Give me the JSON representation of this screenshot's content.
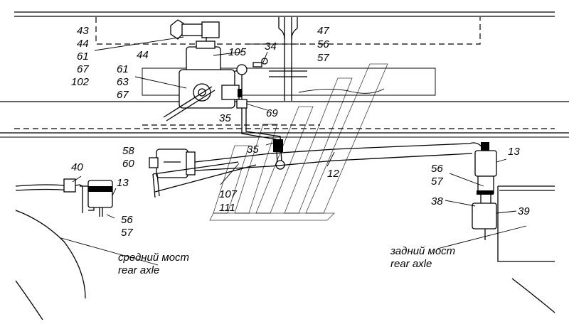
{
  "callouts": {
    "c43": "43",
    "c44a": "44",
    "c61a": "61",
    "c67a": "67",
    "c102": "102",
    "c44b": "44",
    "c61b": "61",
    "c63": "63",
    "c67b": "67",
    "c105": "105",
    "c34": "34",
    "c47": "47",
    "c56a": "56",
    "c57a": "57",
    "c35a": "35",
    "c69": "69",
    "c35b": "35",
    "c58": "58",
    "c60": "60",
    "c107": "107",
    "c111": "111",
    "c12": "12",
    "c40": "40",
    "c13a": "13",
    "c56b": "56",
    "c57b": "57",
    "c13b": "13",
    "c56c": "56",
    "c57c": "57",
    "c38": "38",
    "c39": "39"
  },
  "captions": {
    "middle_ru": "средний мост",
    "middle_en": "rear axle",
    "rear_ru": "задний мост",
    "rear_en": "rear axle"
  }
}
